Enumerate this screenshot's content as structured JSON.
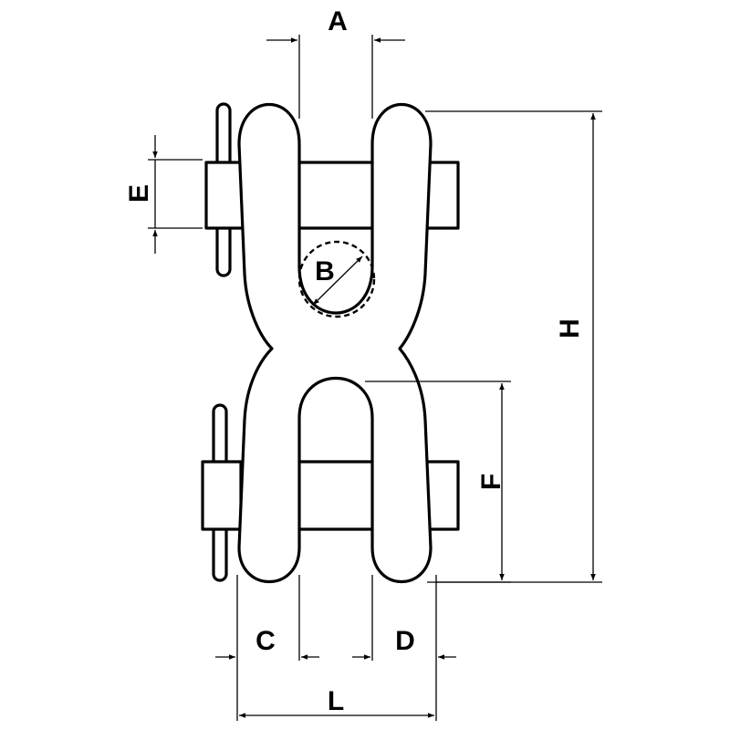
{
  "labels": {
    "A": "A",
    "B": "B",
    "C": "C",
    "D": "D",
    "E": "E",
    "F": "F",
    "H": "H",
    "L": "L"
  }
}
